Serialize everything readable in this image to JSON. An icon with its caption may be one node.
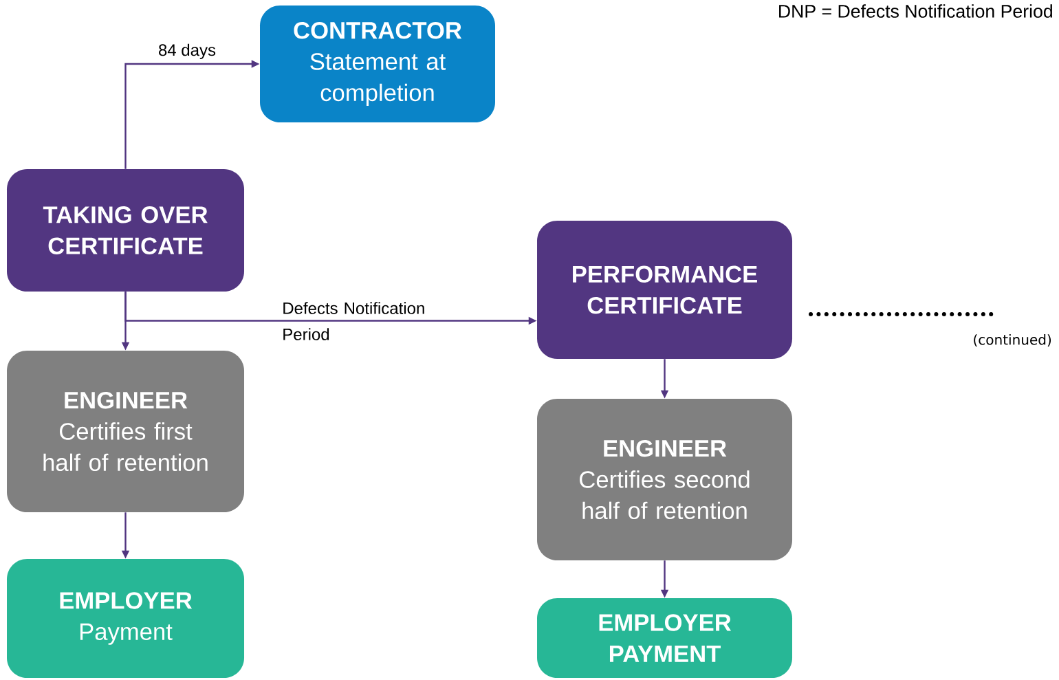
{
  "diagram": {
    "nodes": [
      {
        "text": [
          "CONTRACTOR",
          "Statement at completion"
        ]
      },
      {
        "text": [
          "TAKING OVER CERTIFICATE"
        ]
      },
      {
        "text": [
          "ENGINEER",
          "Certifies first half of retention"
        ]
      },
      {
        "text": [
          "EMPLOYER",
          "Payment"
        ]
      },
      {
        "text": [
          "PERFORMANCE CERTIFICATE"
        ]
      },
      {
        "text": [
          "ENGINEER",
          "Certifies second half of retention"
        ]
      },
      {
        "text": [
          "EMPLOYER PAYMENT"
        ]
      }
    ],
    "edges": [
      {
        "from": 1,
        "to": 0,
        "arrow": "to",
        "label": "84 days"
      },
      {
        "from": 1,
        "to": 2,
        "arrow": "to"
      },
      {
        "from": 1,
        "to": 4,
        "arrow": "to",
        "label": "Defects Notification Period"
      },
      {
        "from": 2,
        "to": 3,
        "arrow": "to"
      },
      {
        "from": 4,
        "to": 5,
        "arrow": "to"
      },
      {
        "from": 5,
        "to": 6,
        "arrow": "to"
      }
    ],
    "labels": [
      "DNP = Defects Notification Period",
      "(continued)"
    ]
  }
}
